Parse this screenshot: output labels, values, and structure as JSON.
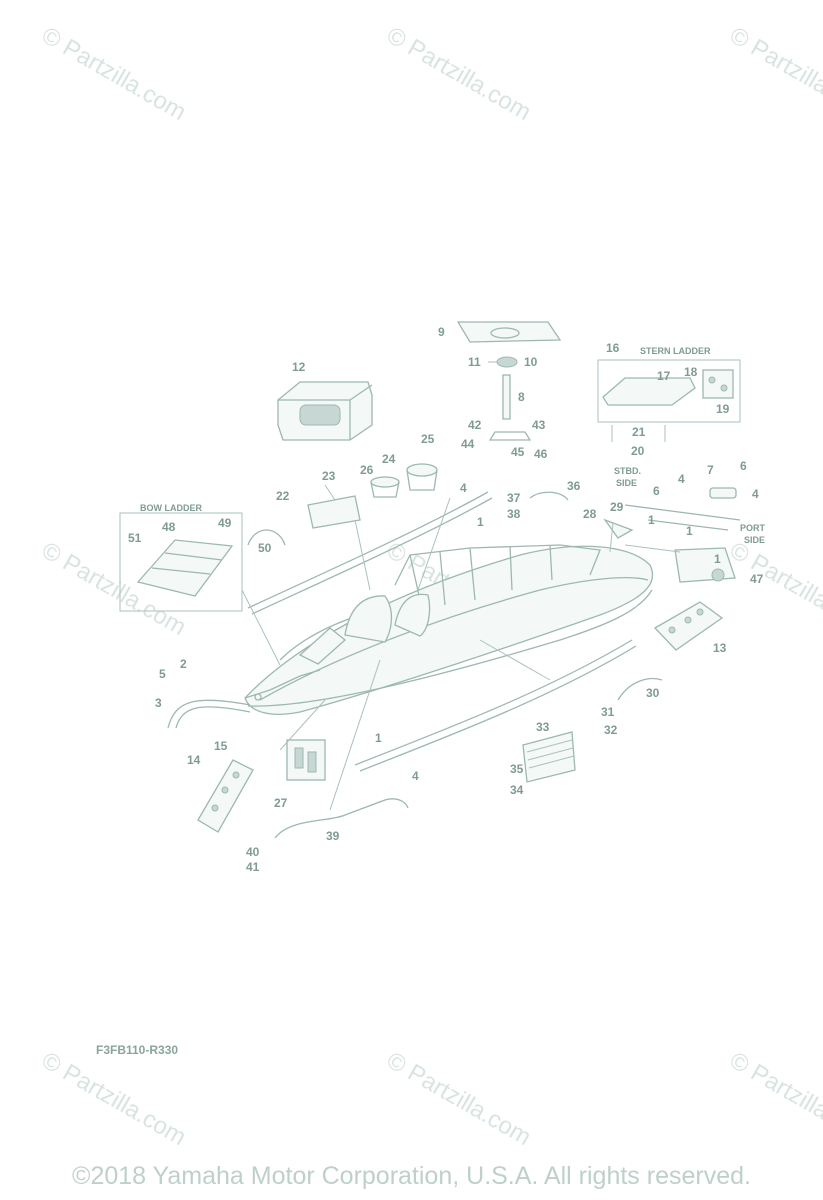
{
  "watermark": {
    "text": "© Partzilla.com"
  },
  "labels": {
    "stern_ladder": "STERN LADDER",
    "bow_ladder": "BOW LADDER",
    "stbd_side": [
      "STBD.",
      "SIDE"
    ],
    "port_side": [
      "PORT",
      "SIDE"
    ]
  },
  "callouts": [
    "1",
    "2",
    "3",
    "4",
    "5",
    "6",
    "7",
    "8",
    "9",
    "10",
    "11",
    "12",
    "13",
    "14",
    "15",
    "16",
    "17",
    "18",
    "19",
    "20",
    "21",
    "22",
    "23",
    "24",
    "25",
    "26",
    "27",
    "28",
    "29",
    "30",
    "31",
    "32",
    "33",
    "34",
    "35",
    "36",
    "37",
    "38",
    "39",
    "40",
    "41",
    "42",
    "43",
    "44",
    "45",
    "46",
    "47",
    "48",
    "49",
    "50",
    "51"
  ],
  "diagram_code": "F3FB110-R330",
  "copyright": "©2018 Yamaha Motor Corporation, U.S.A. All rights reserved."
}
